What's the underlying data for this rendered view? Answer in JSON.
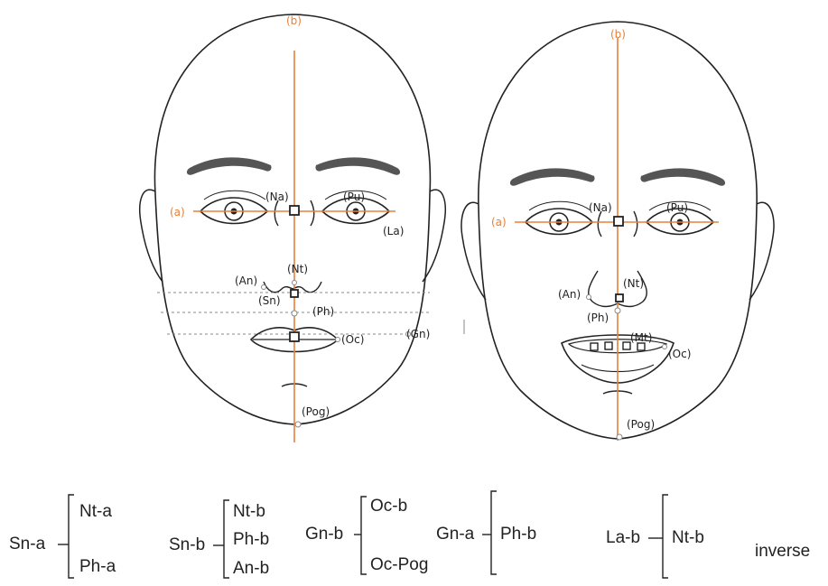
{
  "colors": {
    "axis": "#e8803a",
    "line": "#222222",
    "brow": "#555555",
    "guide": "#888888"
  },
  "left_face": {
    "axis_vertical": "(b)",
    "axis_horizontal": "(a)",
    "labels": {
      "na": "(Na)",
      "pu": "(Pu)",
      "la": "(La)",
      "an": "(An)",
      "nt": "(Nt)",
      "sn": "(Sn)",
      "ph": "(Ph)",
      "oc": "(Oc)",
      "gn": "(Gn)",
      "pog": "(Pog)"
    }
  },
  "right_face": {
    "axis_vertical": "(b)",
    "axis_horizontal": "(a)",
    "labels": {
      "na": "(Na)",
      "pu": "(Pu)",
      "an": "(An)",
      "nt": "(Nt)",
      "ph": "(Ph)",
      "mt": "(Mt)",
      "oc": "(Oc)",
      "pog": "(Pog)"
    }
  },
  "relations": [
    {
      "key": "Sn-a",
      "items": [
        "Nt-a",
        "Ph-a"
      ]
    },
    {
      "key": "Sn-b",
      "items": [
        "Nt-b",
        "Ph-b",
        "An-b"
      ]
    },
    {
      "key": "Gn-b",
      "items": [
        "Oc-b",
        "Oc-Pog"
      ]
    },
    {
      "key": "Gn-a",
      "items": [
        "Ph-b"
      ]
    },
    {
      "key": "La-b",
      "items": [
        "Nt-b"
      ]
    }
  ],
  "note": "inverse"
}
